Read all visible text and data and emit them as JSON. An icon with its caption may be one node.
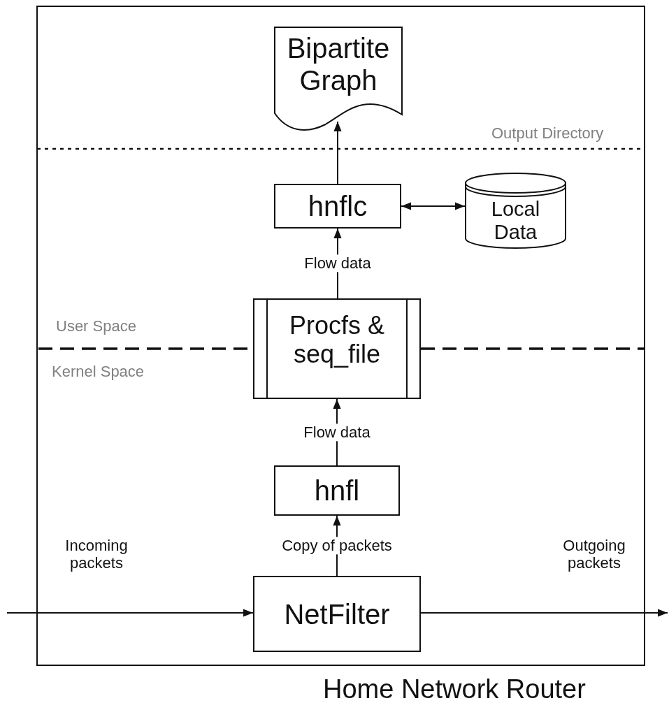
{
  "diagram": {
    "nodes": [
      {
        "text": [
          "Home Network Router"
        ]
      },
      {
        "text": [
          "Bipartite Graph"
        ],
        "in": 0
      },
      {
        "text": [
          "hnflc"
        ],
        "in": 0
      },
      {
        "text": [
          "Local Data"
        ],
        "in": 0
      },
      {
        "text": [
          "Procfs & seq_file"
        ],
        "in": 0
      },
      {
        "text": [
          "hnfl"
        ],
        "in": 0
      },
      {
        "text": [
          "NetFilter"
        ],
        "in": 0
      }
    ],
    "edges": [
      {
        "from": 2,
        "to": 1,
        "arrow": "to"
      },
      {
        "from": 2,
        "to": 3,
        "arrow": "both"
      },
      {
        "from": 4,
        "to": 2,
        "arrow": "to",
        "label": "Flow data"
      },
      {
        "from": 5,
        "to": 4,
        "arrow": "to",
        "label": "Flow data"
      },
      {
        "from": 6,
        "to": 5,
        "arrow": "to",
        "label": "Copy of packets"
      },
      {
        "from": null,
        "to": 6,
        "arrow": "to",
        "label": "Incoming packets"
      },
      {
        "from": 6,
        "to": null,
        "arrow": "to",
        "label": "Outgoing packets"
      }
    ],
    "labels": [
      "Output Directory",
      "User Space",
      "Kernel Space"
    ]
  }
}
